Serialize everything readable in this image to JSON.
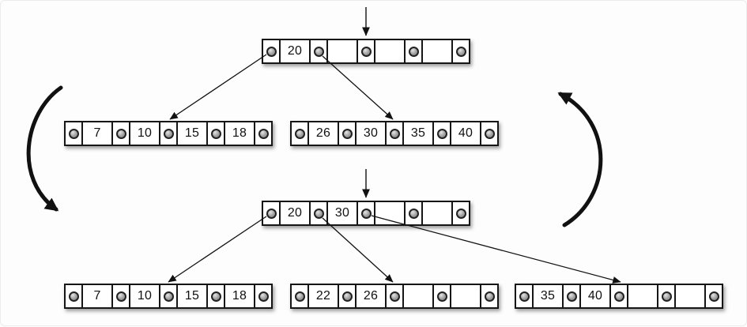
{
  "diagram": {
    "kind": "b-tree-insert-split",
    "colors": {
      "ink": "#111111",
      "cell_border": "#161616",
      "cell_fill": "#ffffff",
      "pointer_dot_fill": "#8f8f8f",
      "background": "#fdfdfd"
    },
    "before": {
      "root": {
        "values": [
          "20",
          "",
          "",
          ""
        ]
      },
      "child0": {
        "values": [
          "7",
          "10",
          "15",
          "18"
        ]
      },
      "child1": {
        "values": [
          "26",
          "30",
          "35",
          "40"
        ]
      }
    },
    "after": {
      "root": {
        "values": [
          "20",
          "30",
          "",
          ""
        ]
      },
      "child0": {
        "values": [
          "7",
          "10",
          "15",
          "18"
        ]
      },
      "child1": {
        "values": [
          "22",
          "26",
          "",
          ""
        ]
      },
      "child2": {
        "values": [
          "35",
          "40",
          "",
          ""
        ]
      }
    }
  }
}
